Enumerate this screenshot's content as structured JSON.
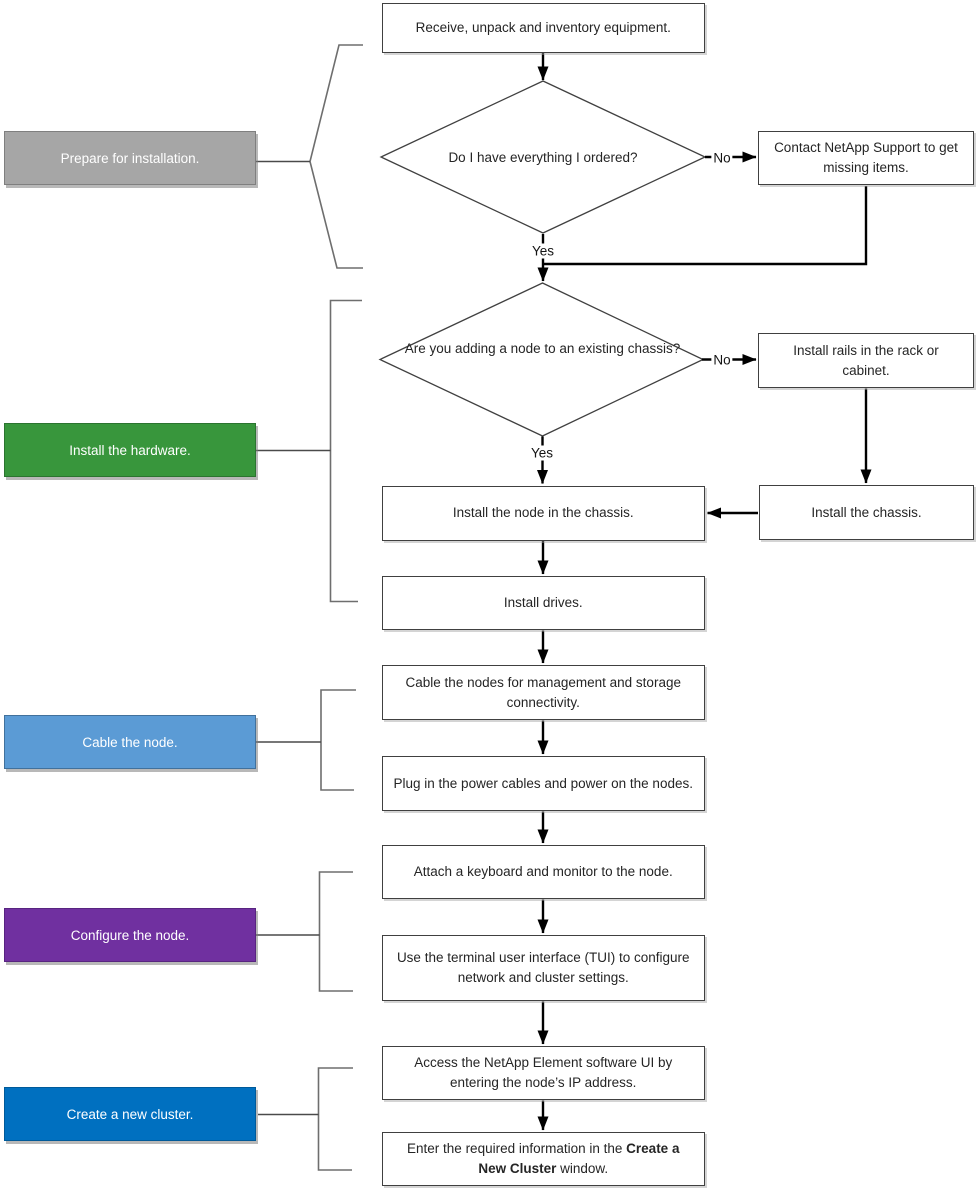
{
  "phases": [
    {
      "label": "Prepare for installation.",
      "fill": "#a6a6a6"
    },
    {
      "label": "Install the hardware.",
      "fill": "#38963c"
    },
    {
      "label": "Cable the node.",
      "fill": "#5b9bd5"
    },
    {
      "label": "Configure the node.",
      "fill": "#7030a0"
    },
    {
      "label": "Create a new cluster.",
      "fill": "#0070c0"
    }
  ],
  "steps": {
    "receive": "Receive, unpack and inventory equipment.",
    "contact_support": "Contact NetApp Support to get missing items.",
    "install_rails": "Install rails in the rack or cabinet.",
    "install_chassis": "Install the chassis.",
    "install_node": "Install the node in the chassis.",
    "install_drives": "Install drives.",
    "cable_nodes": "Cable the nodes for management and storage connectivity.",
    "plug_power": "Plug in the power cables and power on the nodes.",
    "attach_keyboard": "Attach a keyboard and monitor to the node.",
    "use_tui": "Use the terminal user interface (TUI) to configure network and cluster settings.",
    "access_ui": "Access the NetApp Element software UI by entering the node’s IP address.",
    "enter_info_prefix": "Enter the required information in the",
    "enter_info_bold": "Create a New Cluster",
    "enter_info_suffix": " window."
  },
  "decisions": {
    "have_everything": "Do I have everything I ordered?",
    "adding_node": "Are you adding a node to an existing chassis?"
  },
  "branch_labels": {
    "yes": "Yes",
    "no": "No"
  },
  "colors": {
    "flow_line": "#000000",
    "box_border": "#404040",
    "brace_line": "#6e6e6e",
    "step_text": "#252525",
    "phase_text": "#ffffff"
  }
}
